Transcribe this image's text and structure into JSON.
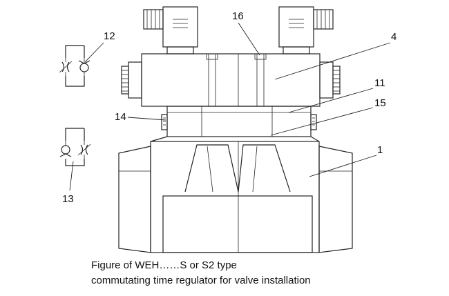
{
  "callouts": {
    "c12": "12",
    "c16": "16",
    "c4": "4",
    "c11": "11",
    "c14": "14",
    "c15": "15",
    "c1": "1",
    "c13": "13"
  },
  "caption": {
    "line1": "Figure of WEH……S or S2 type",
    "line2": "commutating time regulator for valve installation"
  }
}
